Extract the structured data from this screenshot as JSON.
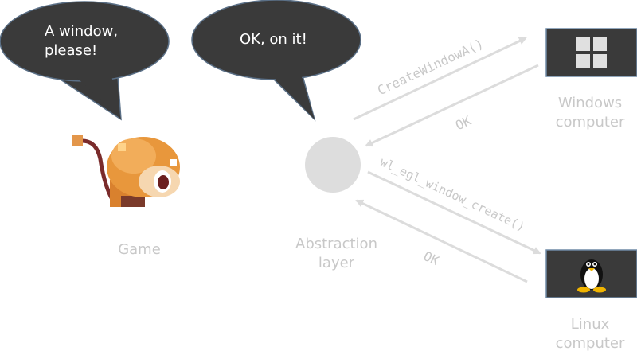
{
  "bubbles": {
    "game": "A window,\nplease!",
    "abstraction": "OK, on it!"
  },
  "labels": {
    "game": "Game",
    "abstraction": "Abstraction\nlayer",
    "windows": "Windows\ncomputer",
    "linux": "Linux\ncomputer"
  },
  "calls": {
    "windows_call": "CreateWindowA()",
    "windows_reply": "OK",
    "linux_call": "wl_egl_window_create()",
    "linux_reply": "OK"
  },
  "icons": {
    "game": "monkey-icon",
    "abstraction": "circle-icon",
    "windows": "windows-logo-icon",
    "linux": "tux-penguin-icon"
  },
  "colors": {
    "bubble": "#3a3a3a",
    "bubble_border": "#5a6f86",
    "box": "#3a3a3a",
    "box_border": "#6f8aa6",
    "arrow": "#dcdcdc",
    "label": "#c8c8c8"
  }
}
